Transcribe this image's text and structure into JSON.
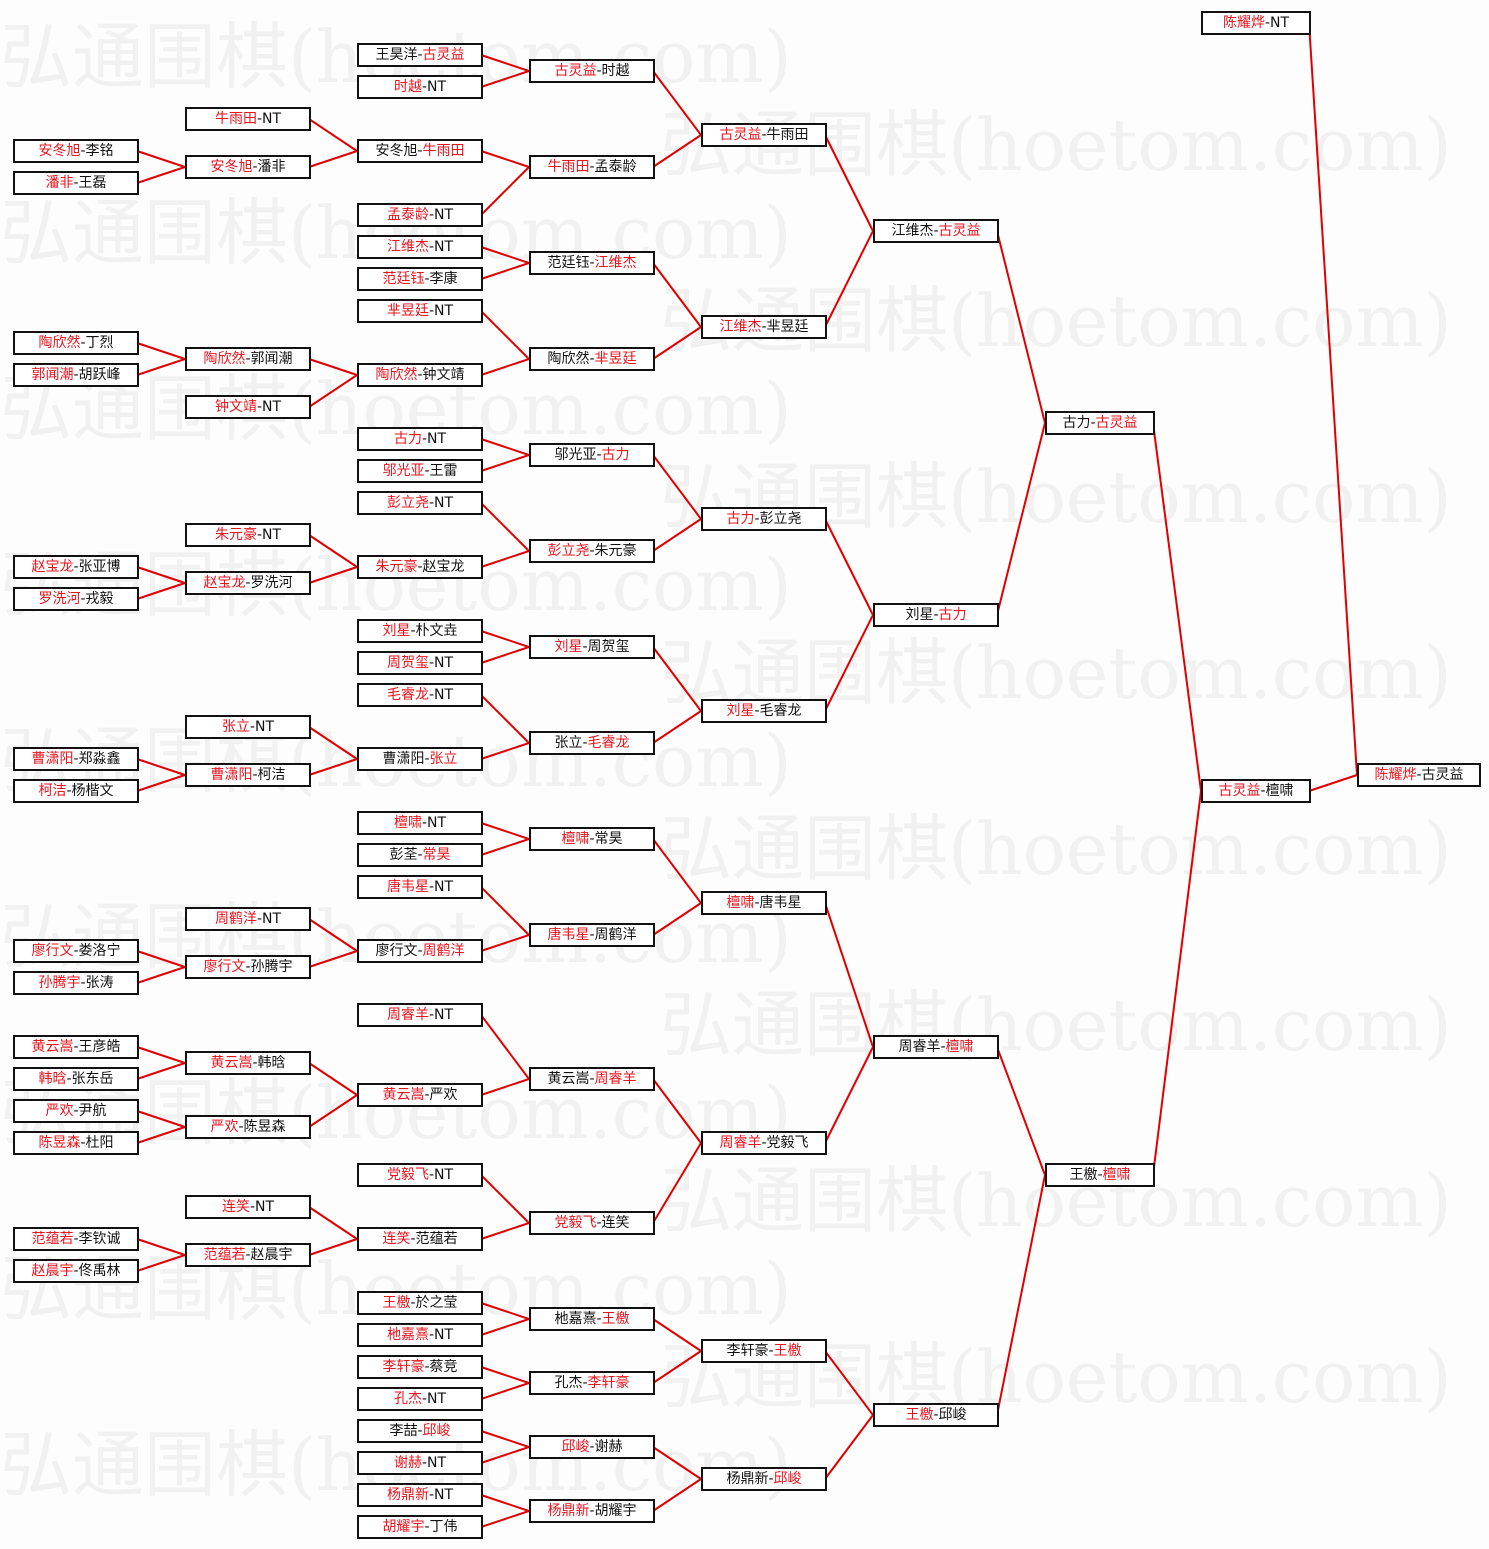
{
  "watermark": "弘通围棋(hoetom.com)",
  "separator": "-",
  "colors": {
    "winner": "#e8141e",
    "line": "#e00000",
    "border": "#111111"
  },
  "matches": [
    {
      "p1": "安冬旭",
      "p2": "李铭",
      "winner": 0
    },
    {
      "p1": "潘非",
      "p2": "王磊",
      "winner": 0
    },
    {
      "p1": "陶欣然",
      "p2": "丁烈",
      "winner": 0
    },
    {
      "p1": "郭闻潮",
      "p2": "胡跃峰",
      "winner": 0
    },
    {
      "p1": "赵宝龙",
      "p2": "张亚博",
      "winner": 0
    },
    {
      "p1": "罗洗河",
      "p2": "戎毅",
      "winner": 0
    },
    {
      "p1": "曹潇阳",
      "p2": "郑淼鑫",
      "winner": 0
    },
    {
      "p1": "柯洁",
      "p2": "杨楷文",
      "winner": 0
    },
    {
      "p1": "廖行文",
      "p2": "娄洛宁",
      "winner": 0
    },
    {
      "p1": "孙腾宇",
      "p2": "张涛",
      "winner": 0
    },
    {
      "p1": "黄云嵩",
      "p2": "王彦皓",
      "winner": 0
    },
    {
      "p1": "韩晗",
      "p2": "张东岳",
      "winner": 0
    },
    {
      "p1": "严欢",
      "p2": "尹航",
      "winner": 0
    },
    {
      "p1": "陈昱森",
      "p2": "杜阳",
      "winner": 0
    },
    {
      "p1": "范蕴若",
      "p2": "李钦诚",
      "winner": 0
    },
    {
      "p1": "赵晨宇",
      "p2": "佟禹林",
      "winner": 0
    },
    {
      "p1": "牛雨田",
      "p2": "NT",
      "winner": 0
    },
    {
      "p1": "安冬旭",
      "p2": "潘非",
      "winner": 0
    },
    {
      "p1": "陶欣然",
      "p2": "郭闻潮",
      "winner": 0
    },
    {
      "p1": "钟文靖",
      "p2": "NT",
      "winner": 0
    },
    {
      "p1": "朱元豪",
      "p2": "NT",
      "winner": 0
    },
    {
      "p1": "赵宝龙",
      "p2": "罗洗河",
      "winner": 0
    },
    {
      "p1": "张立",
      "p2": "NT",
      "winner": 0
    },
    {
      "p1": "曹潇阳",
      "p2": "柯洁",
      "winner": 0
    },
    {
      "p1": "周鹤洋",
      "p2": "NT",
      "winner": 0
    },
    {
      "p1": "廖行文",
      "p2": "孙腾宇",
      "winner": 0
    },
    {
      "p1": "黄云嵩",
      "p2": "韩晗",
      "winner": 0
    },
    {
      "p1": "严欢",
      "p2": "陈昱森",
      "winner": 0
    },
    {
      "p1": "连笑",
      "p2": "NT",
      "winner": 0
    },
    {
      "p1": "范蕴若",
      "p2": "赵晨宇",
      "winner": 0
    },
    {
      "p1": "王昊洋",
      "p2": "古灵益",
      "winner": 1
    },
    {
      "p1": "时越",
      "p2": "NT",
      "winner": 0
    },
    {
      "p1": "安冬旭",
      "p2": "牛雨田",
      "winner": 1
    },
    {
      "p1": "孟泰龄",
      "p2": "NT",
      "winner": 0
    },
    {
      "p1": "江维杰",
      "p2": "NT",
      "winner": 0
    },
    {
      "p1": "范廷钰",
      "p2": "李康",
      "winner": 0
    },
    {
      "p1": "芈昱廷",
      "p2": "NT",
      "winner": 0
    },
    {
      "p1": "陶欣然",
      "p2": "钟文靖",
      "winner": 0
    },
    {
      "p1": "古力",
      "p2": "NT",
      "winner": 0
    },
    {
      "p1": "邬光亚",
      "p2": "王雷",
      "winner": 0
    },
    {
      "p1": "彭立尧",
      "p2": "NT",
      "winner": 0
    },
    {
      "p1": "朱元豪",
      "p2": "赵宝龙",
      "winner": 0
    },
    {
      "p1": "刘星",
      "p2": "朴文垚",
      "winner": 0
    },
    {
      "p1": "周贺玺",
      "p2": "NT",
      "winner": 0
    },
    {
      "p1": "毛睿龙",
      "p2": "NT",
      "winner": 0
    },
    {
      "p1": "曹潇阳",
      "p2": "张立",
      "winner": 1
    },
    {
      "p1": "檀啸",
      "p2": "NT",
      "winner": 0
    },
    {
      "p1": "彭荃",
      "p2": "常昊",
      "winner": 1
    },
    {
      "p1": "唐韦星",
      "p2": "NT",
      "winner": 0
    },
    {
      "p1": "廖行文",
      "p2": "周鹤洋",
      "winner": 1
    },
    {
      "p1": "周睿羊",
      "p2": "NT",
      "winner": 0
    },
    {
      "p1": "黄云嵩",
      "p2": "严欢",
      "winner": 0
    },
    {
      "p1": "党毅飞",
      "p2": "NT",
      "winner": 0
    },
    {
      "p1": "连笑",
      "p2": "范蕴若",
      "winner": 0
    },
    {
      "p1": "王檄",
      "p2": "於之莹",
      "winner": 0
    },
    {
      "p1": "杝嘉熹",
      "p2": "NT",
      "winner": 0
    },
    {
      "p1": "李轩豪",
      "p2": "蔡竞",
      "winner": 0
    },
    {
      "p1": "孔杰",
      "p2": "NT",
      "winner": 0
    },
    {
      "p1": "李喆",
      "p2": "邱峻",
      "winner": 1
    },
    {
      "p1": "谢赫",
      "p2": "NT",
      "winner": 0
    },
    {
      "p1": "杨鼎新",
      "p2": "NT",
      "winner": 0
    },
    {
      "p1": "胡耀宇",
      "p2": "丁伟",
      "winner": 0
    },
    {
      "p1": "古灵益",
      "p2": "时越",
      "winner": 0
    },
    {
      "p1": "牛雨田",
      "p2": "孟泰龄",
      "winner": 0
    },
    {
      "p1": "范廷钰",
      "p2": "江维杰",
      "winner": 1
    },
    {
      "p1": "陶欣然",
      "p2": "芈昱廷",
      "winner": 1
    },
    {
      "p1": "邬光亚",
      "p2": "古力",
      "winner": 1
    },
    {
      "p1": "彭立尧",
      "p2": "朱元豪",
      "winner": 0
    },
    {
      "p1": "刘星",
      "p2": "周贺玺",
      "winner": 0
    },
    {
      "p1": "张立",
      "p2": "毛睿龙",
      "winner": 1
    },
    {
      "p1": "檀啸",
      "p2": "常昊",
      "winner": 0
    },
    {
      "p1": "唐韦星",
      "p2": "周鹤洋",
      "winner": 0
    },
    {
      "p1": "黄云嵩",
      "p2": "周睿羊",
      "winner": 1
    },
    {
      "p1": "党毅飞",
      "p2": "连笑",
      "winner": 0
    },
    {
      "p1": "杝嘉熹",
      "p2": "王檄",
      "winner": 1
    },
    {
      "p1": "孔杰",
      "p2": "李轩豪",
      "winner": 1
    },
    {
      "p1": "邱峻",
      "p2": "谢赫",
      "winner": 0
    },
    {
      "p1": "杨鼎新",
      "p2": "胡耀宇",
      "winner": 0
    },
    {
      "p1": "古灵益",
      "p2": "牛雨田",
      "winner": 0
    },
    {
      "p1": "江维杰",
      "p2": "芈昱廷",
      "winner": 0
    },
    {
      "p1": "古力",
      "p2": "彭立尧",
      "winner": 0
    },
    {
      "p1": "刘星",
      "p2": "毛睿龙",
      "winner": 0
    },
    {
      "p1": "檀啸",
      "p2": "唐韦星",
      "winner": 0
    },
    {
      "p1": "周睿羊",
      "p2": "党毅飞",
      "winner": 0
    },
    {
      "p1": "李轩豪",
      "p2": "王檄",
      "winner": 1
    },
    {
      "p1": "杨鼎新",
      "p2": "邱峻",
      "winner": 1
    },
    {
      "p1": "江维杰",
      "p2": "古灵益",
      "winner": 1
    },
    {
      "p1": "刘星",
      "p2": "古力",
      "winner": 1
    },
    {
      "p1": "周睿羊",
      "p2": "檀啸",
      "winner": 1
    },
    {
      "p1": "王檄",
      "p2": "邱峻",
      "winner": 0
    },
    {
      "p1": "古力",
      "p2": "古灵益",
      "winner": 1
    },
    {
      "p1": "王檄",
      "p2": "檀啸",
      "winner": 1
    },
    {
      "p1": "古灵益",
      "p2": "檀啸",
      "winner": 0
    },
    {
      "p1": "陈耀烨",
      "p2": "NT",
      "winner": 0
    },
    {
      "p1": "陈耀烨",
      "p2": "古灵益",
      "winner": 0
    }
  ]
}
